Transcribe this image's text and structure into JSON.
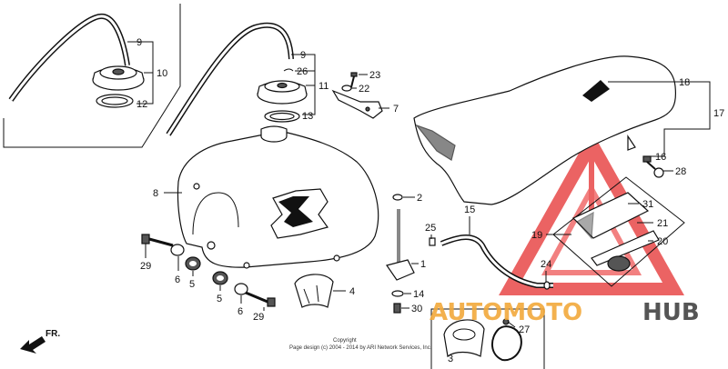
{
  "callouts": {
    "c9a": "9",
    "c10": "10",
    "c12": "12",
    "c9b": "9",
    "c26": "26",
    "c11": "11",
    "c13": "13",
    "c23": "23",
    "c22": "22",
    "c7": "7",
    "c18": "18",
    "c17": "17",
    "c16": "16",
    "c28": "28",
    "c8": "8",
    "c2": "2",
    "c25": "25",
    "c15": "15",
    "c31": "31",
    "c19": "19",
    "c21": "21",
    "c20": "20",
    "c1": "1",
    "c24": "24",
    "c14": "14",
    "c30": "30",
    "c29a": "29",
    "c6a": "6",
    "c5a": "5",
    "c5b": "5",
    "c6b": "6",
    "c29b": "29",
    "c4": "4",
    "c3": "3",
    "c27": "27"
  },
  "front_label": "FR.",
  "copyright": {
    "line1": "Copyright",
    "line2": "Page design (c) 2004 - 2014 by ARI Network Services, Inc."
  },
  "watermark": {
    "part1": "AUTOMOTO",
    "part2": "HUB",
    "color_orange": "#f2a93b",
    "color_red": "#e23a3a",
    "color_gray": "#555555"
  }
}
